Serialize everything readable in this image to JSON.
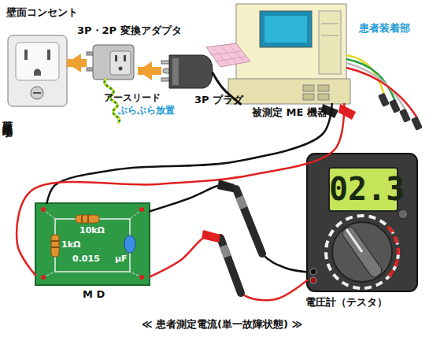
{
  "diagram": {
    "caption": "≪ 患者測定電流(単一故障状態) ≫",
    "nodes": [
      {
        "text": [
          "壁面コンセント"
        ]
      },
      {
        "text": [
          "3P・2P 変換アダプタ"
        ]
      },
      {
        "text": [
          "3P プラグ"
        ]
      },
      {
        "text": [
          "被測定 ME 機器"
        ]
      },
      {
        "text": [
          "M D"
        ]
      },
      {
        "text": [
          "02.3",
          "電圧計（テスタ）"
        ]
      }
    ],
    "edges": [
      {
        "from": 1,
        "to": 0,
        "arrow": "to"
      },
      {
        "from": 2,
        "to": 1,
        "arrow": "to"
      },
      {
        "from": 2,
        "to": 3,
        "arrow": "none"
      },
      {
        "from": 3,
        "to": 4,
        "arrow": "none"
      },
      {
        "from": 3,
        "to": 4,
        "arrow": "none"
      },
      {
        "from": 4,
        "to": 5,
        "arrow": "none"
      },
      {
        "from": 4,
        "to": 5,
        "arrow": "none"
      }
    ],
    "labels": [
      "壁面接地端子",
      "アースリード",
      "ぶらぶら放置",
      "患者装着部",
      "10kΩ",
      "1kΩ",
      "0.015",
      "μF"
    ]
  }
}
